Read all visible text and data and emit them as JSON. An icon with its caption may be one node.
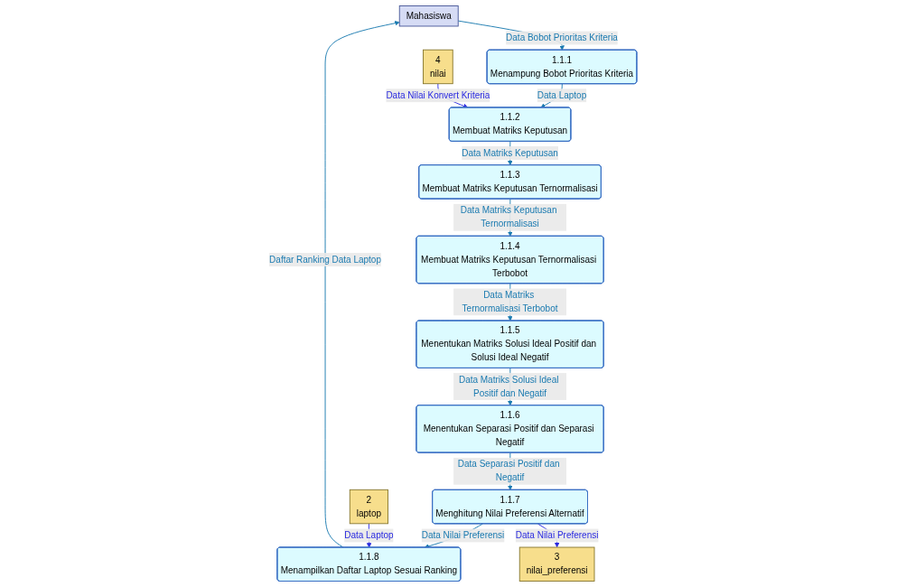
{
  "diagram": {
    "nodes": [
      {
        "text": [
          "Mahasiswa"
        ]
      },
      {
        "text": [
          "1.1.1",
          "Menampung Bobot Prioritas Kriteria"
        ]
      },
      {
        "text": [
          "1.1.2",
          "Membuat Matriks Keputusan"
        ]
      },
      {
        "text": [
          "4",
          "nilai"
        ]
      },
      {
        "text": [
          "1.1.3",
          "Membuat Matriks Keputusan Ternormalisasi"
        ]
      },
      {
        "text": [
          "1.1.4",
          "Membuat Matriks Keputusan Ternormalisasi Terbobot"
        ]
      },
      {
        "text": [
          "1.1.8",
          "Menampilkan Daftar Laptop Sesuai Ranking"
        ]
      },
      {
        "text": [
          "2",
          "laptop"
        ]
      },
      {
        "text": [
          "1.1.7",
          "Menghitung Nilai Preferensi Alternatif"
        ]
      },
      {
        "text": [
          "1.1.6",
          "Menentukan Separasi Positif dan Separasi Negatif"
        ]
      },
      {
        "text": [
          "1.1.5",
          "Menentukan Matriks Solusi Ideal Positif dan Solusi Ideal Negatif"
        ]
      },
      {
        "text": [
          "3",
          "nilai_preferensi"
        ]
      }
    ],
    "edges": [
      {
        "from": 0,
        "to": 1,
        "arrow": "to",
        "label": "Data Bobot Prioritas Kriteria"
      },
      {
        "from": 1,
        "to": 2,
        "arrow": "to",
        "label": "Data Laptop"
      },
      {
        "from": 3,
        "to": 2,
        "arrow": "to",
        "label": "Data Nilai Konvert Kriteria",
        "color": "#2a2ae0"
      },
      {
        "from": 2,
        "to": 4,
        "arrow": "to",
        "label": "Data Matriks Keputusan"
      },
      {
        "from": 4,
        "to": 5,
        "arrow": "to",
        "label": "Data Matriks Keputusan Ternormalisasi"
      },
      {
        "from": 5,
        "to": 10,
        "arrow": "to",
        "label": "Data Matriks Ternormalisasi Terbobot"
      },
      {
        "from": 10,
        "to": 9,
        "arrow": "to",
        "label": "Data Matriks Solusi Ideal Positif dan Negatif"
      },
      {
        "from": 9,
        "to": 8,
        "arrow": "to",
        "label": "Data Separasi Positif dan Negatif"
      },
      {
        "from": 8,
        "to": 6,
        "arrow": "to",
        "label": "Data Nilai Preferensi"
      },
      {
        "from": 8,
        "to": 11,
        "arrow": "to",
        "label": "Data Nilai Preferensi",
        "color": "#2a2ae0"
      },
      {
        "from": 7,
        "to": 6,
        "arrow": "to",
        "label": "Data Laptop",
        "color": "#2a2ae0"
      },
      {
        "from": 6,
        "to": 0,
        "arrow": "to",
        "label": "Daftar Ranking Data Laptop"
      }
    ]
  }
}
